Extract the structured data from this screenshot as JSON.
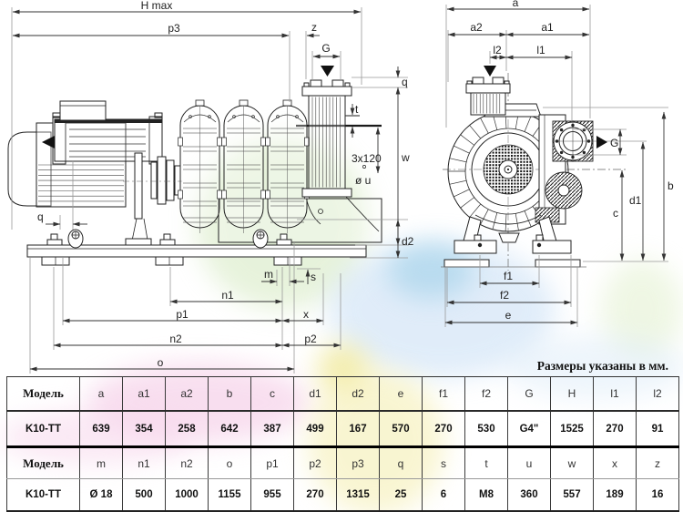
{
  "note": "Размеры указаны в мм.",
  "drawing": {
    "side": {
      "hmax": "H max",
      "p3": "p3",
      "z": "z",
      "g": "G",
      "q_top": "q",
      "t": "t",
      "bolt_angle": "3x120",
      "dia_u": "ø u",
      "w": "w",
      "d2": "d2",
      "q_left": "q",
      "m": "m",
      "s": "s",
      "n1": "n1",
      "p1": "p1",
      "x_dim": "x",
      "n2": "n2",
      "p2": "p2",
      "o": "o"
    },
    "front": {
      "a": "a",
      "a2": "a2",
      "a1": "a1",
      "l2": "l2",
      "l1": "l1",
      "g": "G",
      "b": "b",
      "d1": "d1",
      "c": "c",
      "f1": "f1",
      "f2": "f2",
      "e": "e"
    }
  },
  "table": {
    "model_header": "Модель",
    "rows": [
      {
        "model": "K10-TT",
        "headers": [
          "a",
          "a1",
          "a2",
          "b",
          "c",
          "d1",
          "d2",
          "e",
          "f1",
          "f2",
          "G",
          "H",
          "l1",
          "l2"
        ],
        "values": [
          "639",
          "354",
          "258",
          "642",
          "387",
          "499",
          "167",
          "570",
          "270",
          "530",
          "G4\"",
          "1525",
          "270",
          "91"
        ]
      },
      {
        "model": "K10-TT",
        "headers": [
          "m",
          "n1",
          "n2",
          "o",
          "p1",
          "p2",
          "p3",
          "q",
          "s",
          "t",
          "u",
          "w",
          "x",
          "z"
        ],
        "values": [
          "Ø 18",
          "500",
          "1000",
          "1155",
          "955",
          "270",
          "1315",
          "25",
          "6",
          "M8",
          "360",
          "557",
          "189",
          "16"
        ]
      }
    ]
  },
  "colors": {
    "pink": "#f4c9e5",
    "pink2": "#f6d3ea",
    "yellow": "#f0e896",
    "yellow2": "#f5efb4",
    "green": "#cfe6b8",
    "green2": "#dcedc4",
    "blue": "#c7def5",
    "blue2": "#dcebf8",
    "cyan": "#9fd0e8"
  }
}
